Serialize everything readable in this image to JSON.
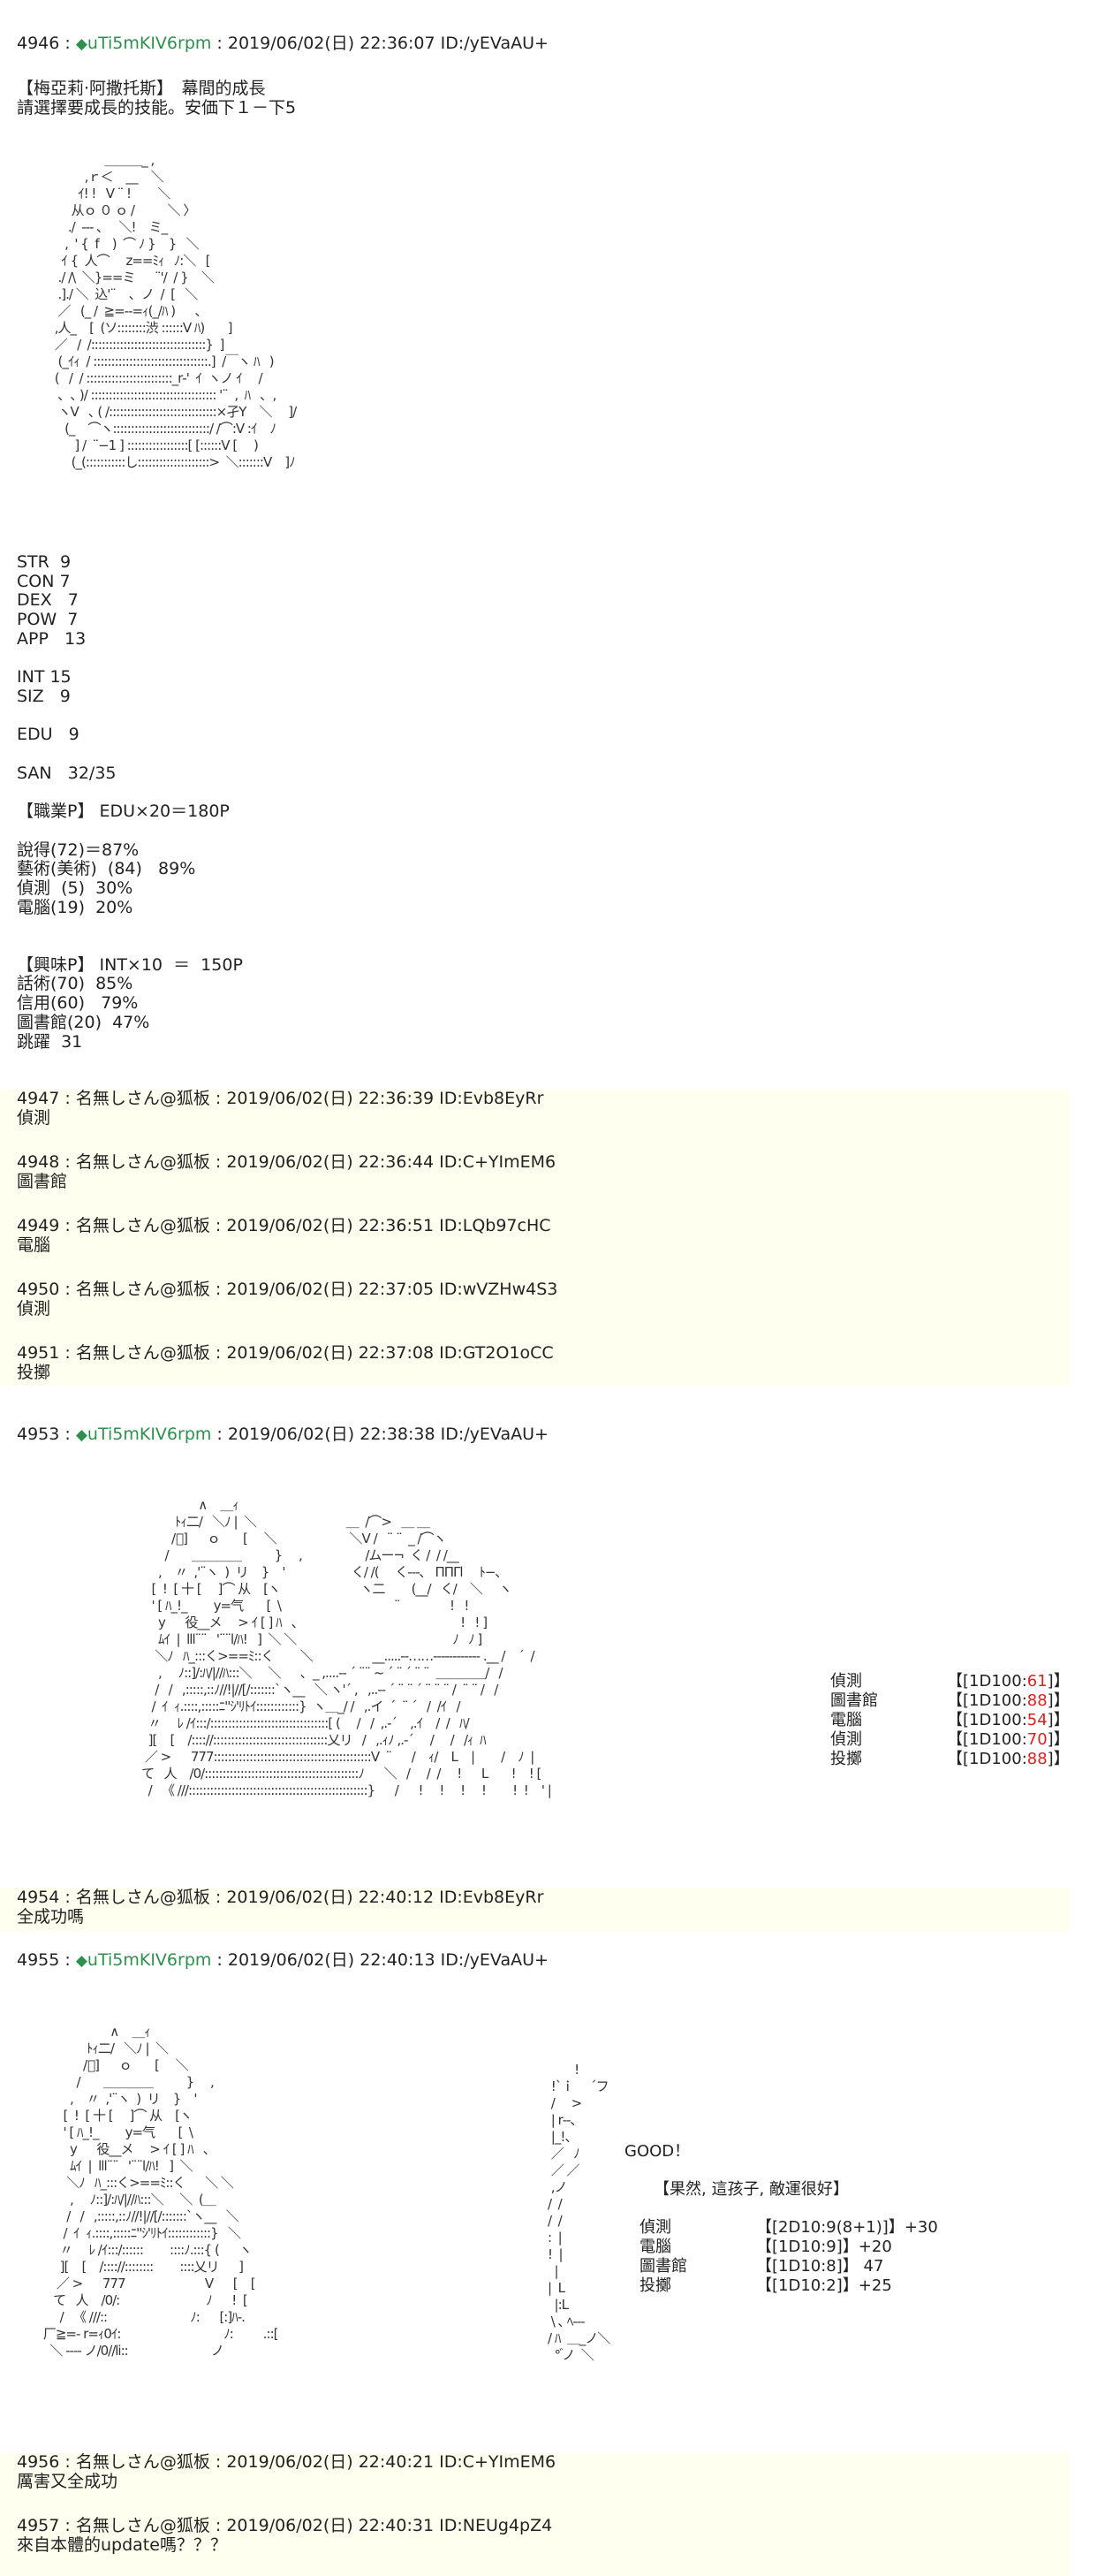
{
  "posts": [
    {
      "number": "4946",
      "sep": " : ",
      "diamond": "◆",
      "trip": "uTi5mKIV6rpm",
      "date": "2019/06/02(日) 22:36:07",
      "id": "ID:/yEVaAU+",
      "body": "【梅亞莉·阿撒托斯】　幕間的成長\n請選擇要成長的技能。安価下１－下5"
    },
    {
      "number": "4947",
      "sep": " : ",
      "name": "名無しさん@狐板 ",
      "date": "2019/06/02(日) 22:36:39",
      "id": "ID:Evb8EyRr",
      "body": "偵測"
    },
    {
      "number": "4948",
      "sep": " : ",
      "name": "名無しさん@狐板 ",
      "date": "2019/06/02(日) 22:36:44",
      "id": "ID:C+YImEM6",
      "body": "圖書館"
    },
    {
      "number": "4949",
      "sep": " : ",
      "name": "名無しさん@狐板 ",
      "date": "2019/06/02(日) 22:36:51",
      "id": "ID:LQb97cHC",
      "body": "電腦"
    },
    {
      "number": "4950",
      "sep": " : ",
      "name": "名無しさん@狐板 ",
      "date": "2019/06/02(日) 22:37:05",
      "id": "ID:wVZHw4S3",
      "body": "偵測"
    },
    {
      "number": "4951",
      "sep": " : ",
      "name": "名無しさん@狐板 ",
      "date": "2019/06/02(日) 22:37:08",
      "id": "ID:GT2O1oCC",
      "body": "投擲"
    },
    {
      "number": "4953",
      "sep": " : ",
      "diamond": "◆",
      "trip": "uTi5mKIV6rpm",
      "date": "2019/06/02(日) 22:38:38",
      "id": "ID:/yEVaAU+",
      "body": ""
    },
    {
      "number": "4954",
      "sep": " : ",
      "name": "名無しさん@狐板 ",
      "date": "2019/06/02(日) 22:40:12",
      "id": "ID:Evb8EyRr",
      "body": "全成功嗎"
    },
    {
      "number": "4955",
      "sep": " : ",
      "diamond": "◆",
      "trip": "uTi5mKIV6rpm",
      "date": "2019/06/02(日) 22:40:13",
      "id": "ID:/yEVaAU+",
      "body": ""
    },
    {
      "number": "4956",
      "sep": " : ",
      "name": "名無しさん@狐板 ",
      "date": "2019/06/02(日) 22:40:21",
      "id": "ID:C+YImEM6",
      "body": "厲害又全成功"
    },
    {
      "number": "4957",
      "sep": " : ",
      "name": "名無しさん@狐板 ",
      "date": "2019/06/02(日) 22:40:31",
      "id": "ID:NEUg4pZ4",
      "body": "來自本體的update嗎？？？"
    }
  ],
  "stats": [
    "STR  9",
    "CON 7",
    "DEX   7",
    "POW  7",
    "APP   13",
    "",
    "INT 15",
    "SIZ   9",
    "",
    "EDU   9",
    "",
    "SAN   32/35",
    "",
    "【職業P】 EDU×20＝180P",
    "",
    "說得(72)＝87%",
    "藝術(美術)  (84)   89%",
    "偵測  (5)  30%",
    "電腦(19)  20%",
    "",
    "",
    "【興味P】 INT×10  ＝  150P",
    "話術(70)  85%",
    "信用(60)   79%",
    "圖書館(20)  47%",
    "跳躍  31"
  ],
  "aa1": [
    "                ＿＿＿_ ,",
    "          ,ｒ＜    __    ＼",
    "        ｲ! !   V ¨ !        ＼",
    "      从ｏ ０ ｏ /          ＼ 〉",
    "     ./  ‐‐‐ ､     ＼!    ミ_",
    "    ,  ' {  f    )  ⌒ ﾉ }    }   ＼",
    "   ｲ {  人⌒     z==ﾐｨ   ﾉ:＼   [",
    "  ./ /\\  ＼}==ミ      ¨'/  / }    ＼",
    "  .]./ ＼  込'¨    ､  ノ  /  [   ＼",
    "  ／   (_ /  ≧=-‐=ｨ(_/ﾊ )      ､",
    " ,人_    [  (ソ::::::::渋 ::::::V ﾊ)       ]",
    " ／   /  /::::::::::::::::::::::::::::::::}  ]",
    "  (_ｲｨ  / ::::::::::::::::::::::::::::::::.]  /￣ヽ ﾊ   )",
    " (   /  / ::::::::::::::::::::::::_r‐'  ｲ  ヽノ ｲ     /",
    "  ､  ､ )/ ::::::::::::::::::::::::::::::::::: '¨  ,  ﾊ   ､  ,",
    "  ヽV   ､ ( /::::::::::::::::::::::::::::::×孑Y    ＼     ]/",
    "    (_    ⌒ヽ:::::::::::::::::::::::::::/ /⌒:V :ｲ    ﾉ",
    "       ] /  ¨−1 ] :::::::::::::::::[ [::::::V [     )",
    "      (_(:::::::::::し::::::::::::::::::::>  ＼:::::::V    ]ﾉ"
  ],
  "aa2": [
    "                         ∧    ＿ｨ",
    "                  ﾄｨ二/   ＼ﾉ |  ＼                           ＿  /⌒>   ＿ ＿",
    "                 /ﾞ]      ｏ       [     ＼                      ＼V /   ¨ ¨  _ /⌒ヽ",
    "               /       ＿＿＿＿          }     ,                   /ムー¬  く /  / /__",
    "             ,    〃  ,'¨ヽ  )  リ    }    '                    く/ /(     く-‐-､   ΠΠΓl     ﾄ−､",
    "           [  !  [ 十 [     ]⌒ 从    [ヽ                        ヽ二        (__/   く/    ＼     ヽ",
    "           ' [ ﾊ_!_        y=气       [  \\                                  ¨               !   !",
    "             y      役__メ     > ｲ [ ] ﾊ   ､                                                 !   ! ]",
    "             ﾑｲ  |  lll¨¨   '¨¨l/ﾊ!   ]  ＼ ＼                                               ﾉ   ﾉ ]",
    "            ＼ﾉ   ﾊ_:::く>==ﾐ::く        ＼                  __.....-‐……‐‐‐‐‐‐‐‐‐‐-- .__ /    ´  /",
    "             ,     ﾉ::]/:ﾊ/|//ﾊ:::＼     ＼      ､  _ ,....-‐ ´ ¨¨ ~ ´ ¨ ´ ¨ ¨  ＿＿＿＿/   /",
    "            /   /   ,:::::,::ﾉ//!|//[/:::::::`ヽ__   ＼ ヽ'´ ,   ,..-‐ ´ ¨ ¨ ´ ¨ ¨ ¨ /  ¨ ¨ /   /",
    "           /  ｲ  ｨ.::::,:::::ﾆ''ｼ'ﾘﾄｲ::::::::::::}  ヽ＿_/ /   ,.イ  ´  ¨ ´   /  /ｲ   /",
    "          〃     ﾚ /ｲ:::/:::::::::::::::::::::::::::::::::[ (     /   /  ,.-´    ,.ｲ    /  /   ﾊ/",
    "          ][    [    /:::://::::::::::::::::::::::::::::::::乂リ   /   ,.ｨﾉ ,.-´     /     /   /ｨ  ﾊ",
    "         ／ >      777::::::::::::::::::::::::::::::::::::::::::::V  ¨      /    ｨ/    L    |        /    ﾉ  |",
    "        て   人    /0/:::::::::::::::::::::::::::::::::::::::::::ﾉ      ＼   /     /  /     !      L       !    ! [",
    "          /   《 ///::::::::::::::::::::::::::::::::::::::::::::::::::}      /      !     !     !     !        !  !    ' |"
  ],
  "dice1": [
    {
      "k": "偵測",
      "pre": "【[1D100:",
      "n": "61",
      "post": "]】"
    },
    {
      "k": "圖書館",
      "pre": "【[1D100:",
      "n": "88",
      "post": "]】"
    },
    {
      "k": "電腦",
      "pre": "【[1D100:",
      "n": "54",
      "post": "]】"
    },
    {
      "k": "偵測",
      "pre": "【[1D100:",
      "n": "70",
      "post": "]】"
    },
    {
      "k": "投擲",
      "pre": "【[1D100:",
      "n": "88",
      "post": "]】"
    }
  ],
  "aa3": [
    "                         ∧    ＿ｨ",
    "                  ﾄｨ二/   ＼ﾉ |  ＼",
    "                 /ﾞ]      ｏ       [     ＼",
    "               /       ＿＿＿＿          }     ,",
    "             ,    〃  ,'¨ヽ  )  リ    }    '",
    "           [  !  [ 十 [     ]⌒ 从    [ヽ",
    "           ' [ ﾊ_!_        y=气       [  \\",
    "             y      役__メ     > ｲ [ ] ﾊ   ､",
    "             ﾑｲ  |  lll¨¨   '¨¨l/ﾊ!   ]  ＼",
    "            ＼ﾉ   ﾊ_:::く>==ﾐ::く      ＼ ＼",
    "             ,     ﾉ::]/:ﾊ/|//ﾊ:::＼     ＼  (＿",
    "            /   /   ,:::::,::ﾉ//!|//[/:::::::`ヽ__   ＼",
    "           /  ｲ  ｨ.::::,:::::ﾆ''ｼ'ﾘﾄｲ::::::::::::}   ＼",
    "          〃     ﾚ /ｲ:::/::::::        ::::ﾉ.:::{ (      ヽ",
    "          ][    [    /:::://::::::::        ::::乂リ      ]",
    "         ／ >      777                        V      [    [",
    "        て   人    /0/:                          ﾉ      !  [",
    "          /   《 ///::                         ﾉ:      [:]ﾊ-.",
    "     厂≧=‐ r=ｨ0ｲ:                               ﾉ:         .::[",
    "       ＼ ‐‐‐‐ ノ/0//li::                         ノ"
  ],
  "aa3_right": [
    "        !",
    " !`ｉ     ´フ",
    " /     >",
    " | r‐-､",
    " |_!、",
    " ／   ﾉ",
    " ／ ／",
    " ,ノ",
    "/  /",
    "/  /",
    ":  |",
    "!  |",
    "  |",
    "|  L",
    "  |:L",
    " \\ ､ ﾍ-‐-",
    "/ ﾊ  ＿_ノ＼",
    "  ° ゙ノ  ＼"
  ],
  "good": "GOOD！",
  "comment": "【果然, 這孩子, 敵運很好】",
  "dice2": [
    {
      "k": "偵測",
      "pre": "【[2D10:9(8+1)]】",
      "post": "+30"
    },
    {
      "k": "電腦",
      "pre": "【[1D10:9]】",
      "post": "+20"
    },
    {
      "k": "圖書館",
      "pre": "【[1D10:8]】",
      "post": " 47"
    },
    {
      "k": "投擲",
      "pre": "【[1D10:2]】",
      "post": "+25"
    }
  ]
}
